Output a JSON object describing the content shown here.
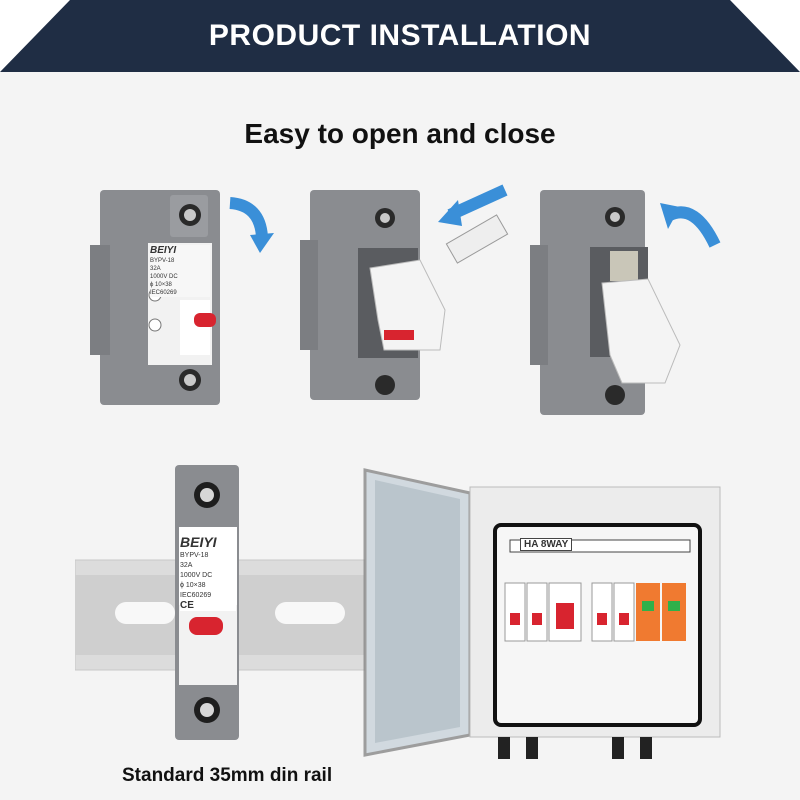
{
  "banner": {
    "title": "PRODUCT INSTALLATION"
  },
  "section": {
    "title": "Easy to open and close"
  },
  "product_label": {
    "brand": "BEIYI",
    "model": "BYPV-18",
    "current": "32A",
    "voltage": "1000V DC",
    "size": "ϕ 10×38",
    "standard": "IEC60269",
    "mark": "CE"
  },
  "enclosure": {
    "panel_label": "HA 8WAY"
  },
  "caption": "Standard 35mm din rail",
  "colors": {
    "banner": "#1f2d44",
    "body_grey": "#8a8c90",
    "indicator_red": "#d8242f",
    "arrow_blue": "#3a8fd8",
    "spd_orange": "#f07a30"
  }
}
